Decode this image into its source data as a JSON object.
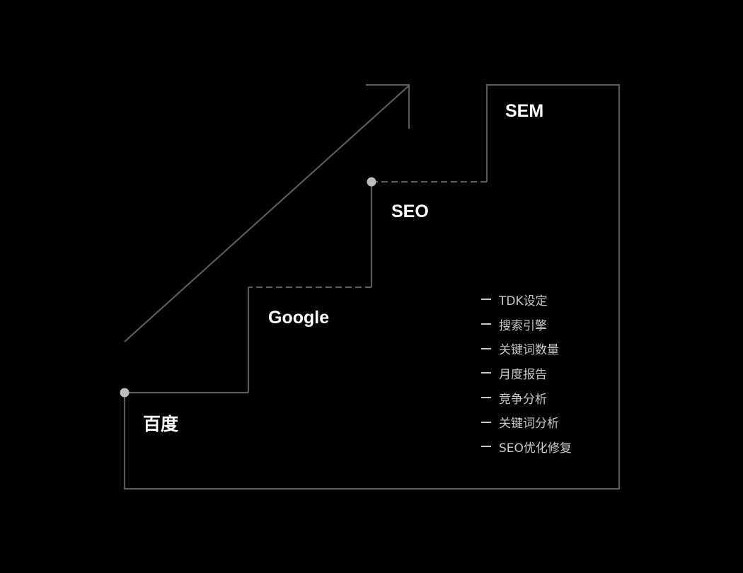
{
  "colors": {
    "background": "#000000",
    "line": "#5a5a5a",
    "dot": "#bdbdbd",
    "label": "#ffffff",
    "list_text": "#c8c8c8"
  },
  "steps": [
    {
      "label": "百度"
    },
    {
      "label": "Google"
    },
    {
      "label": "SEO"
    },
    {
      "label": "SEM"
    }
  ],
  "list": {
    "items": [
      {
        "label": "TDK设定"
      },
      {
        "label": "搜索引擎"
      },
      {
        "label": "关键词数量"
      },
      {
        "label": "月度报告"
      },
      {
        "label": "竞争分析"
      },
      {
        "label": "关键词分析"
      },
      {
        "label": "SEO优化修复"
      }
    ]
  }
}
